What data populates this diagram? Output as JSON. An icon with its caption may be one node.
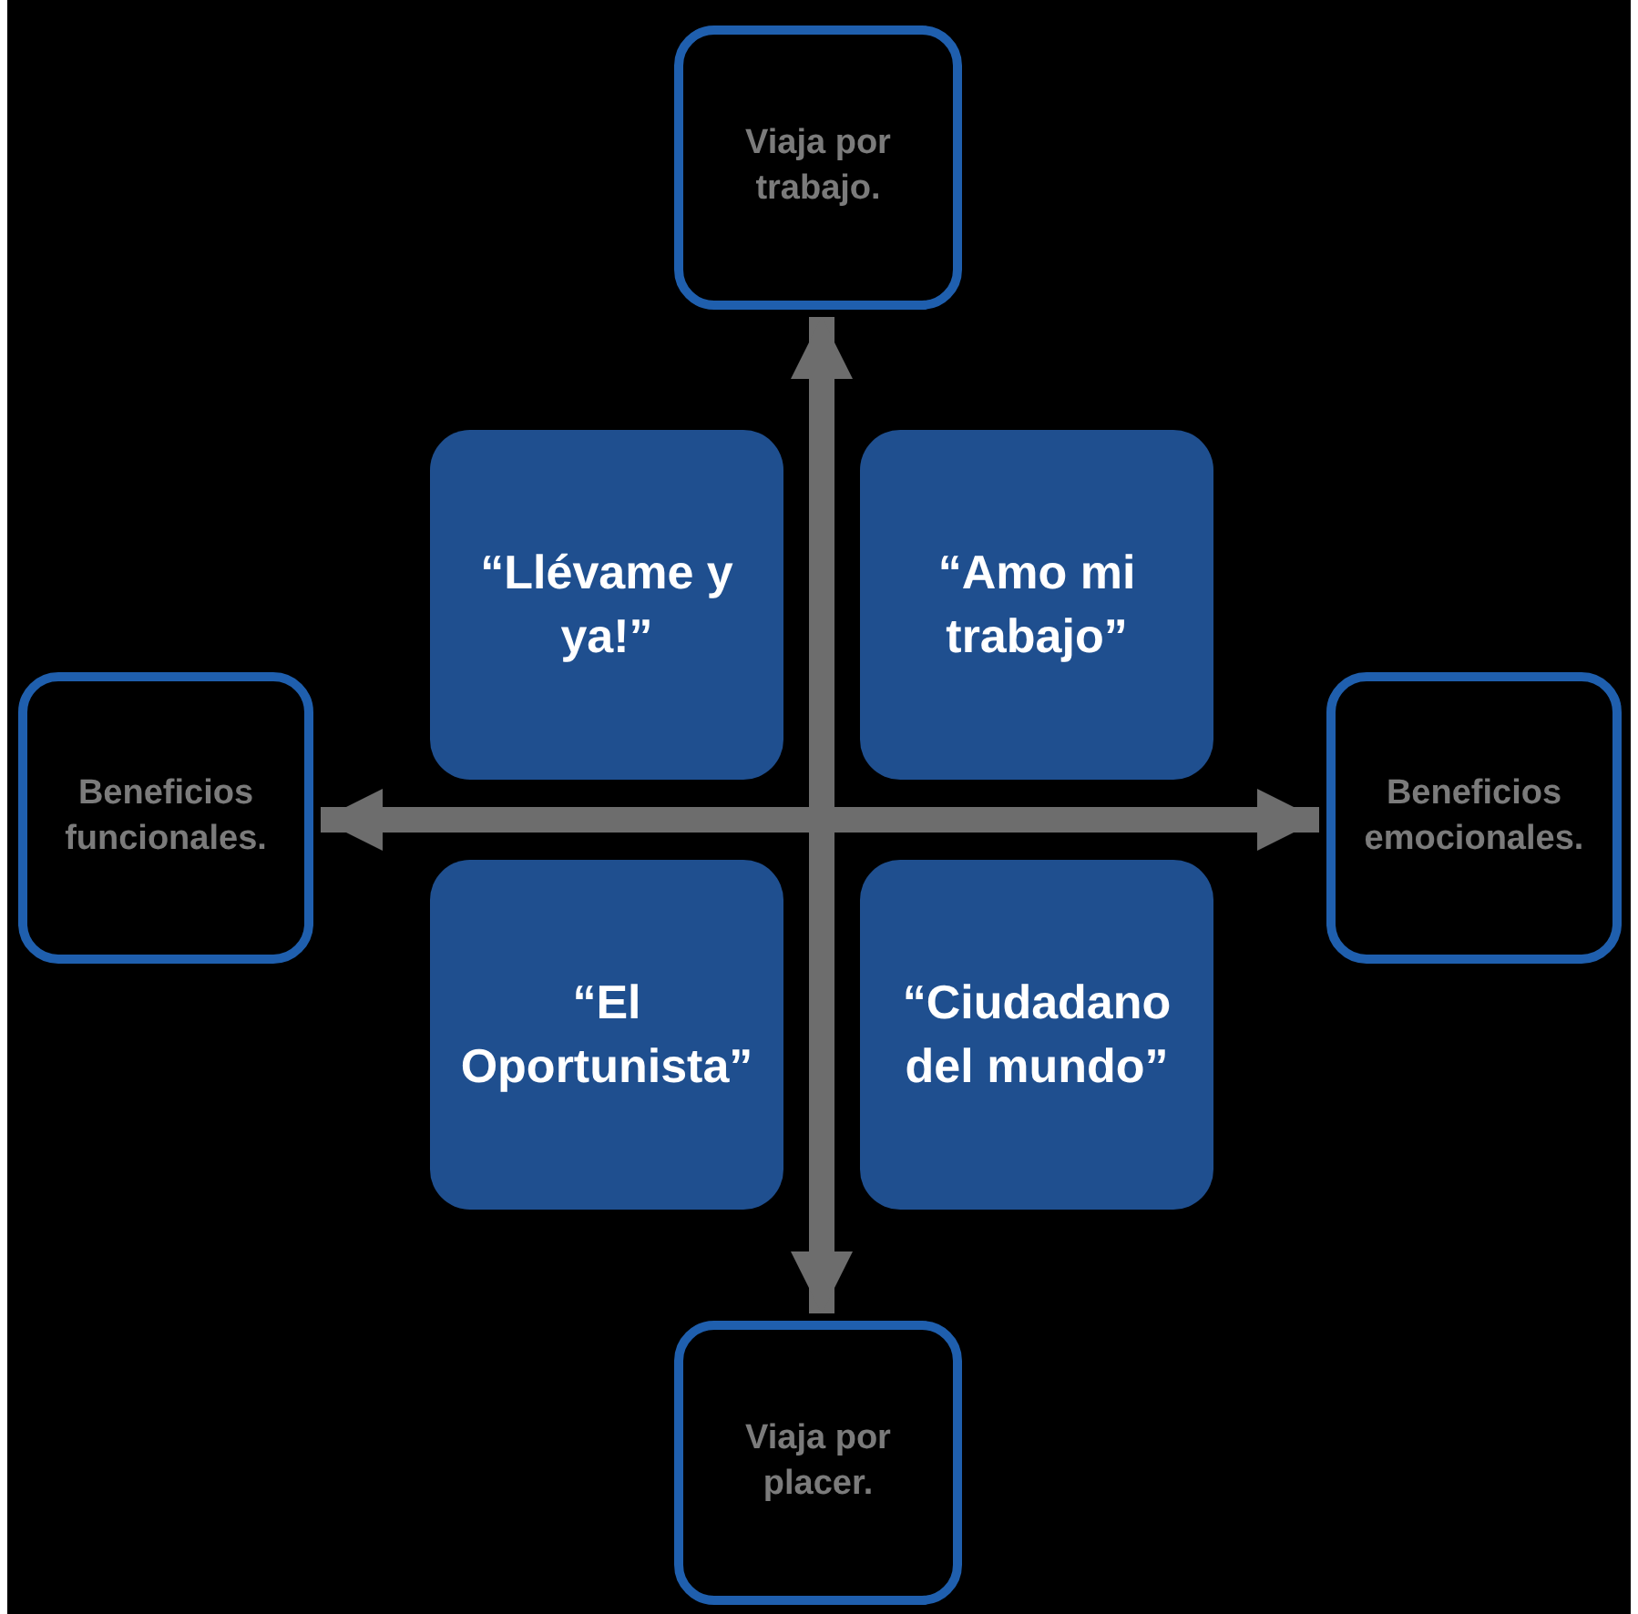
{
  "diagram": {
    "nodes": [
      {
        "text": [
          "Viaja por trabajo."
        ]
      },
      {
        "text": [
          "Beneficios funcionales."
        ]
      },
      {
        "text": [
          "Beneficios emocionales."
        ]
      },
      {
        "text": [
          "Viaja por placer."
        ]
      },
      {
        "text": [
          "“Llévame y ya!”"
        ]
      },
      {
        "text": [
          "“Amo mi trabajo”"
        ]
      },
      {
        "text": [
          "“El Oportunista”"
        ]
      },
      {
        "text": [
          "“Ciudadano del mundo”"
        ]
      }
    ],
    "edges": [
      {
        "from": null,
        "to": 0,
        "arrow": "to"
      },
      {
        "from": null,
        "to": 1,
        "arrow": "to"
      },
      {
        "from": null,
        "to": 2,
        "arrow": "to"
      },
      {
        "from": null,
        "to": 3,
        "arrow": "to"
      }
    ]
  }
}
